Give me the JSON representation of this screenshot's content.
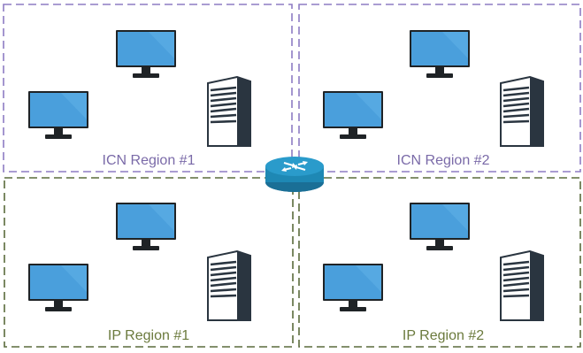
{
  "regions": [
    {
      "label": "ICN Region #1",
      "kind": "ICN"
    },
    {
      "label": "ICN Region #2",
      "kind": "ICN"
    },
    {
      "label": "IP Region #1",
      "kind": "IP"
    },
    {
      "label": "IP Region #2",
      "kind": "IP"
    }
  ],
  "colors": {
    "icn_border": "#8e7cc3",
    "icn_label": "#7a6aa8",
    "ip_border": "#5a6b3b",
    "ip_label": "#6b7a3d",
    "monitor_screen": "#4a9fdc",
    "monitor_frame": "#1f2326",
    "server_body": "#ffffff",
    "server_edge": "#2a3540",
    "router_body": "#1e88b4"
  },
  "icons": {
    "computer": "desktop-monitor-icon",
    "server": "server-tower-icon",
    "router": "router-icon"
  }
}
